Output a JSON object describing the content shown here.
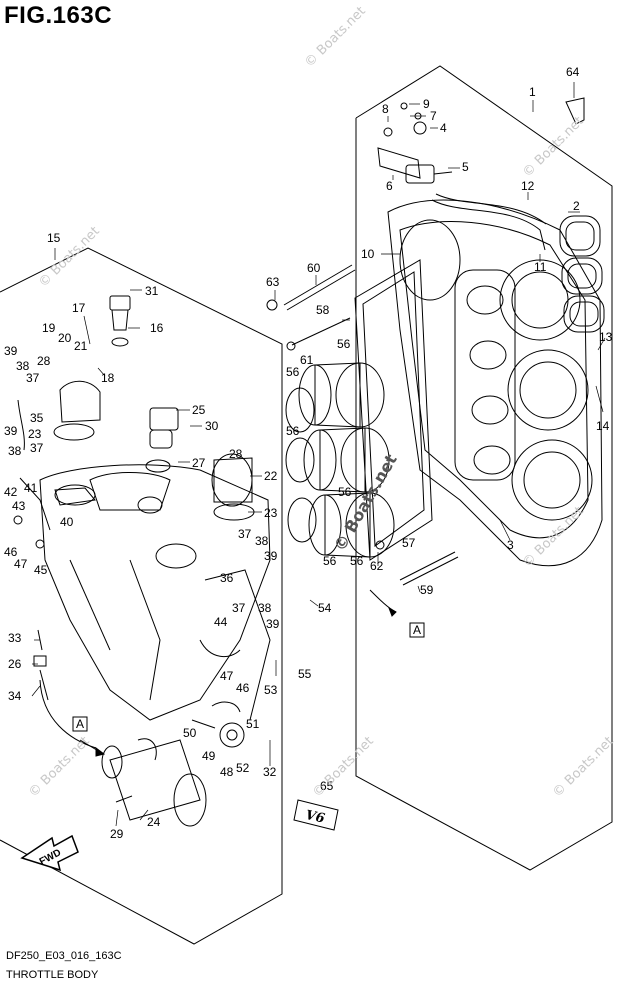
{
  "figure": {
    "title": "FIG.163C",
    "code": "DF250_E03_016_163C",
    "caption": "THROTTLE BODY"
  },
  "watermark": {
    "text": "© Boats.net",
    "color": "#c8c8c8"
  },
  "arrows": {
    "fwd_label": "FWD",
    "ref_label": "A"
  },
  "emblem": {
    "text": "V6"
  },
  "callouts": [
    "1",
    "2",
    "3",
    "4",
    "5",
    "6",
    "7",
    "8",
    "9",
    "10",
    "11",
    "12",
    "13",
    "14",
    "15",
    "16",
    "17",
    "18",
    "19",
    "20",
    "21",
    "22",
    "23",
    "24",
    "25",
    "26",
    "27",
    "28",
    "29",
    "30",
    "31",
    "32",
    "33",
    "34",
    "35",
    "36",
    "37",
    "38",
    "39",
    "40",
    "41",
    "42",
    "43",
    "44",
    "45",
    "46",
    "47",
    "48",
    "49",
    "50",
    "51",
    "52",
    "53",
    "54",
    "55",
    "56",
    "57",
    "58",
    "59",
    "60",
    "61",
    "62",
    "63",
    "64",
    "65"
  ]
}
